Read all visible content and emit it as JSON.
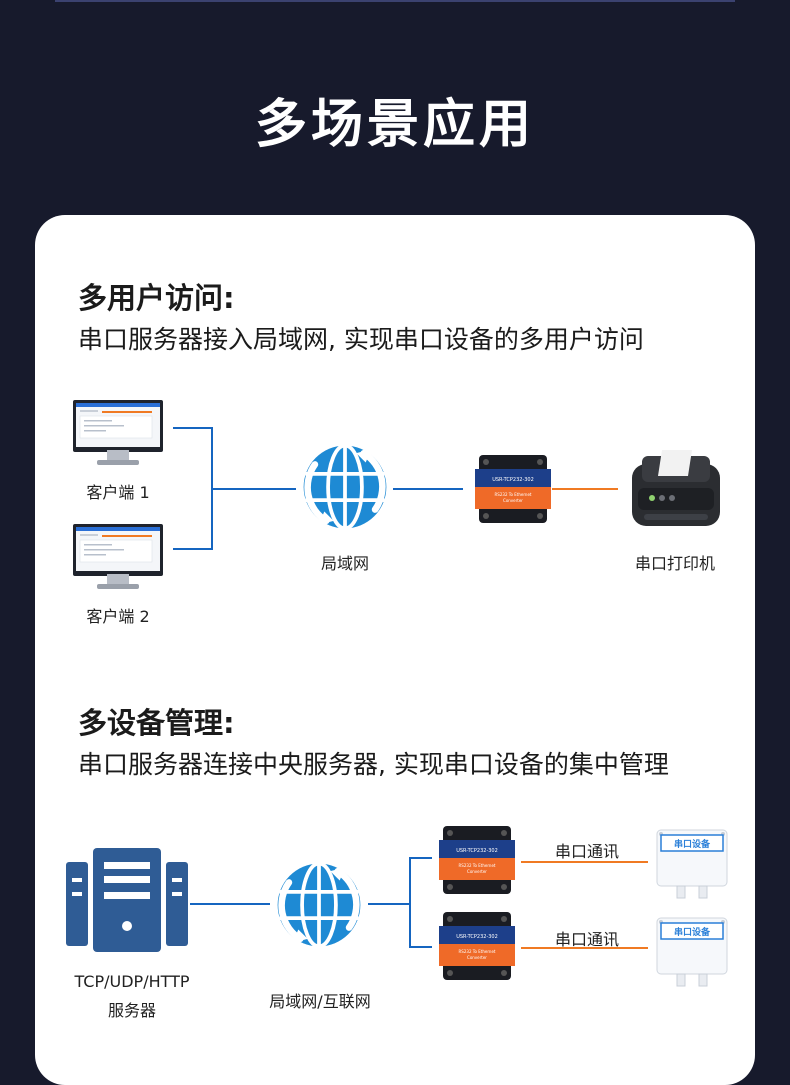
{
  "page": {
    "title": "多场景应用"
  },
  "section1": {
    "heading": "多用户访问:",
    "description": "串口服务器接入局域网, 实现串口设备的多用户访问",
    "client1_label": "客户端 1",
    "client2_label": "客户端 2",
    "lan_label": "局域网",
    "printer_label": "串口打印机",
    "device_model": "USR-TCP232-302",
    "device_subtitle": "RS232 To Ethernet Converter"
  },
  "section2": {
    "heading": "多设备管理:",
    "description": "串口服务器连接中央服务器, 实现串口设备的集中管理",
    "server_label_line1": "TCP/UDP/HTTP",
    "server_label_line2": "服务器",
    "network_label": "局域网/互联网",
    "link1_label": "串口通讯",
    "link2_label": "串口通讯",
    "sensor1_label": "串口设备",
    "sensor2_label": "串口设备"
  },
  "colors": {
    "background": "#171a2c",
    "line_blue": "#1565c0",
    "line_orange": "#f07a23",
    "globe_blue": "#1e8ad4"
  }
}
